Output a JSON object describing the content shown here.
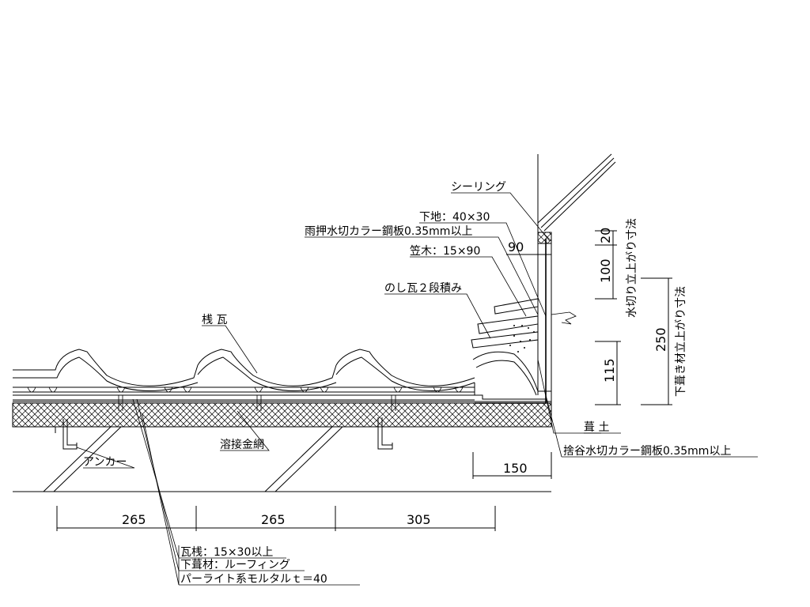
{
  "labels": {
    "sealing": "シーリング",
    "base": "下地：40×30",
    "flashing": "雨押水切カラー鋼板0.35mm以上",
    "kasagi": "笠木：15×90",
    "noshi": "のし瓦２段積み",
    "sangawara": "桟 瓦",
    "weld_mesh": "溶接金網",
    "anchor": "アンカー",
    "fukido": "葺 土",
    "suteya": "捨谷水切カラー鋼板0.35mm以上",
    "kawarasan": "瓦桟：15×30以上",
    "underlay": "下葺材：ルーフィング",
    "mortar": "パーライト系モルタルｔ＝40",
    "vert_flashing": "水切り立上がり寸法",
    "vert_underlay": "下葺き材立上がり寸法"
  },
  "dimensions": {
    "d90": "90",
    "d20": "20",
    "d100": "100",
    "d250": "250",
    "d115": "115",
    "d150": "150",
    "d265a": "265",
    "d265b": "265",
    "d305": "305"
  }
}
